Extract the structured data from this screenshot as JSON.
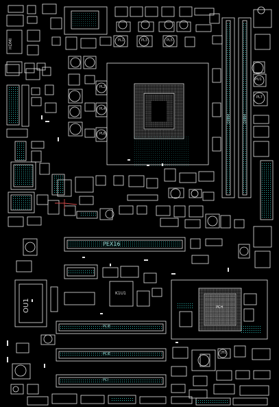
{
  "board": {
    "background": "#000000",
    "outline_color": "#e6e6e6",
    "pin_color": "#2ab7b0",
    "trace_color": "#d24a4a"
  },
  "labels": {
    "hdmi": "HDMI",
    "pl1": "PL1",
    "pl3": "PL3",
    "pl5": "PL5",
    "pl2": "PL2",
    "pl4": "PL4",
    "pl6": "PL6",
    "pl7": "PL7",
    "pu1": "PU1",
    "pex16": "PEX16",
    "k1u1": "K1U1",
    "ou1": "OU1",
    "dimm_a": "DIMM",
    "dimm_b": "DIMM",
    "pch": "PCH",
    "jh1": "JH1",
    "pcie1": "PCIE",
    "pcie2": "PCIE",
    "pci3": "PCI"
  }
}
